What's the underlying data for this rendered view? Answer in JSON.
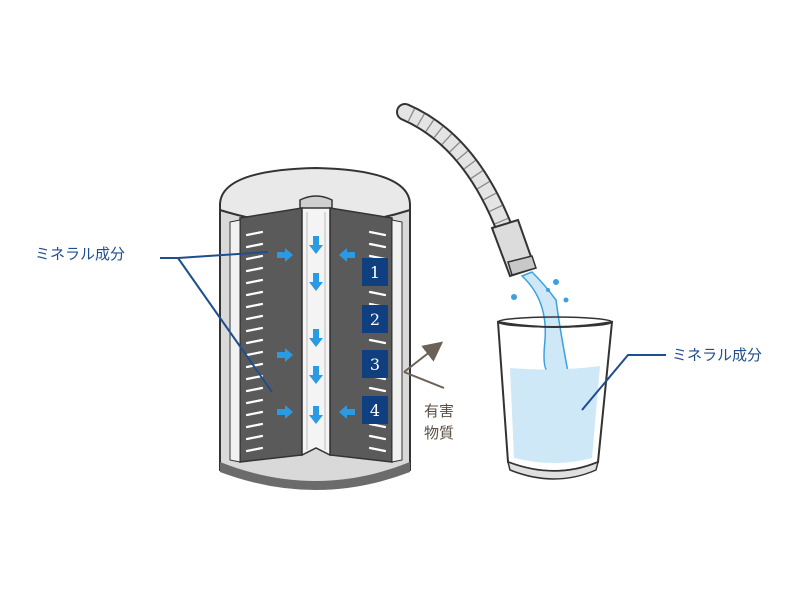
{
  "labels": {
    "mineral_left": "ミネラル成分",
    "mineral_right": "ミネラル成分",
    "harmful_line1": "有害",
    "harmful_line2": "物質"
  },
  "stages": [
    "1",
    "2",
    "3",
    "4"
  ],
  "colors": {
    "navy": "#0f3f7f",
    "arrow_blue": "#2a9be3",
    "water": "#cfe8f7",
    "filter_dark": "#555555",
    "shell": "#e6e6e6",
    "label_blue": "#1f4e8c",
    "label_gray": "#5a4f44"
  }
}
